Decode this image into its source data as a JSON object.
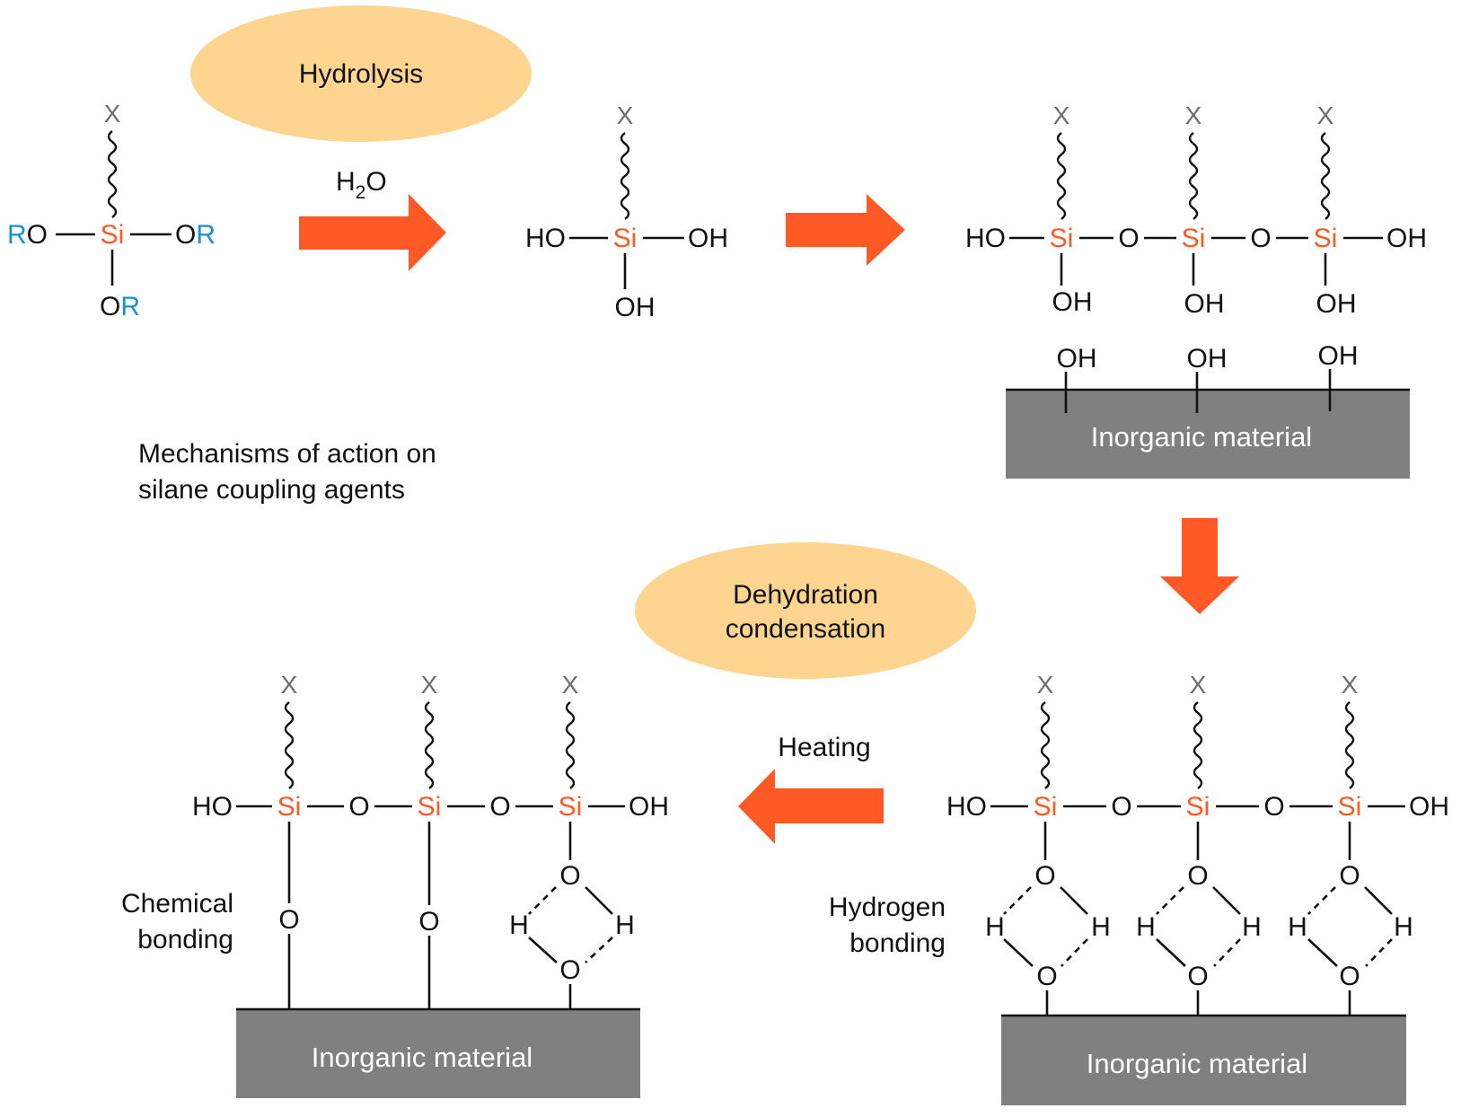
{
  "title": {
    "line1": "Mechanisms of action on",
    "line2": "silane coupling agents"
  },
  "steps": {
    "hydrolysis": "Hydrolysis",
    "dehydration_line1": "Dehydration",
    "dehydration_line2": "condensation",
    "water_H": "H",
    "water_sub": "2",
    "water_O": "O",
    "heating": "Heating"
  },
  "labels": {
    "hydrogen_line1": "Hydrogen",
    "hydrogen_line2": "bonding",
    "chemical_line1": "Chemical",
    "chemical_line2": "bonding",
    "inorganic": "Inorganic material"
  },
  "atoms": {
    "si": "Si",
    "x": "X",
    "o": "O",
    "h": "H",
    "oh": "OH",
    "ho": "HO",
    "r": "R"
  },
  "colors": {
    "ellipse": "#fdd490",
    "arrow": "#ff5a26",
    "slab": "#808080",
    "si_text": "#ff5a26",
    "r_text": "#1b8fd6",
    "x_text": "#6d6d6d"
  }
}
